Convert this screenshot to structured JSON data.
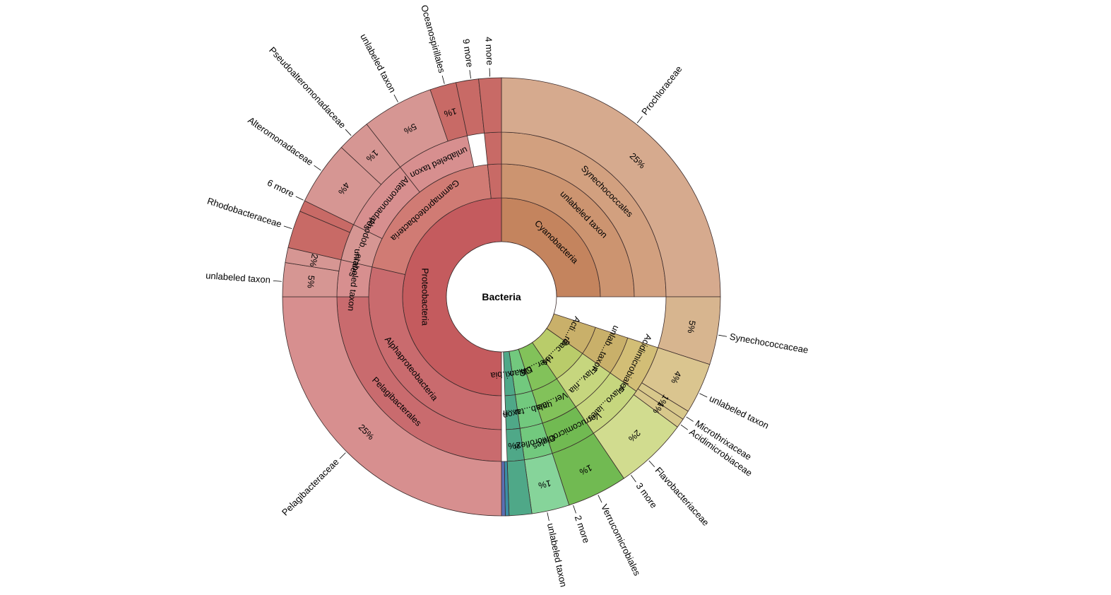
{
  "chart_data": {
    "type": "sunburst",
    "root": "Bacteria",
    "colors": {
      "proteo": [
        "#c45b5e",
        "#c96b6e",
        "#d07b74",
        "#d78f8f",
        "#d69693",
        "#c86a66"
      ],
      "cyano": [
        "#c4845e",
        "#cc9470",
        "#d2a07f",
        "#d6aa8e"
      ],
      "cyanoSide": [
        "#d7b58f",
        "#dac58f"
      ],
      "acti": [
        "#c9b06a",
        "#d2be76",
        "#d8c88b"
      ],
      "bact": [
        "#b9cc6a",
        "#c6d67e",
        "#d1dc8f"
      ],
      "verru": [
        "#82c25a",
        "#71ba52"
      ],
      "chloro": [
        "#72c97e",
        "#86d49a"
      ],
      "misc": [
        "#4fa888",
        "#3b8fa6",
        "#5b6fb5",
        "#6c5aa0"
      ]
    },
    "segments": [
      {
        "ring": 1,
        "start": 0,
        "end": 90,
        "color": "cyano.0",
        "label": "Cyanobacteria"
      },
      {
        "ring": 2,
        "start": 0,
        "end": 90,
        "color": "cyano.1",
        "label": "unlabeled taxon"
      },
      {
        "ring": 3,
        "start": 0,
        "end": 90,
        "color": "cyano.2",
        "label": "Synechococcales"
      },
      {
        "ring": 4,
        "start": 0,
        "end": 90,
        "color": "cyano.3",
        "label": "25%"
      },
      {
        "ring": 4,
        "start": 90,
        "end": 108,
        "color": "cyanoSide.0",
        "label": "5%"
      },
      {
        "ring": 2,
        "start": 108,
        "end": 125,
        "color": "acti.0",
        "label": "unlab...taxon"
      },
      {
        "ring": 3,
        "start": 108,
        "end": 125,
        "color": "acti.1",
        "label": "Acidimicrobiales"
      },
      {
        "ring": 4,
        "start": 108,
        "end": 121.5,
        "color": "cyanoSide.1",
        "label": "4%"
      },
      {
        "ring": 4,
        "start": 121.5,
        "end": 124,
        "color": "acti.2",
        "label": "1%"
      },
      {
        "ring": 4,
        "start": 124,
        "end": 126.5,
        "color": "acti.2",
        "label": "1%"
      },
      {
        "ring": 1,
        "start": 108,
        "end": 125,
        "color": "acti.0",
        "label": "Acti...ria"
      },
      {
        "ring": 1,
        "start": 125,
        "end": 146,
        "color": "bact.0",
        "label": "Bac...tes"
      },
      {
        "ring": 2,
        "start": 125,
        "end": 146,
        "color": "bact.1",
        "label": "Flav...riia"
      },
      {
        "ring": 3,
        "start": 125,
        "end": 146,
        "color": "bact.1",
        "label": "Flavo...iales"
      },
      {
        "ring": 4,
        "start": 126.5,
        "end": 146,
        "color": "bact.2",
        "label": "2%"
      },
      {
        "ring": 1,
        "start": 146,
        "end": 162,
        "color": "verru.0",
        "label": "Ver...bia"
      },
      {
        "ring": 2,
        "start": 146,
        "end": 162,
        "color": "verru.0",
        "label": "Ver...iae"
      },
      {
        "ring": 3,
        "start": 146,
        "end": 162,
        "color": "verru.1",
        "label": "Verrucomicrobiales"
      },
      {
        "ring": 4,
        "start": 146,
        "end": 162,
        "color": "verru.1",
        "label": "1%"
      },
      {
        "ring": 1,
        "start": 162,
        "end": 172,
        "color": "chloro.0",
        "label": "Chl...xi"
      },
      {
        "ring": 2,
        "start": 162,
        "end": 172,
        "color": "chloro.0",
        "label": "unlab...taxon"
      },
      {
        "ring": 3,
        "start": 162,
        "end": 172,
        "color": "chloro.0",
        "label": "Chloroflexi"
      },
      {
        "ring": 4,
        "start": 162,
        "end": 172,
        "color": "chloro.1",
        "label": "1%"
      },
      {
        "ring": 1,
        "start": 172,
        "end": 178,
        "color": "misc.0",
        "label": "Can...bia"
      },
      {
        "ring": 2,
        "start": 172,
        "end": 178,
        "color": "misc.0",
        "label": "u...n"
      },
      {
        "ring": 3,
        "start": 172,
        "end": 178,
        "color": "misc.0",
        "label": "2%"
      },
      {
        "ring": 4,
        "start": 172,
        "end": 178,
        "color": "misc.0",
        "label": ""
      },
      {
        "ring": 4,
        "start": 178,
        "end": 179,
        "color": "misc.1",
        "label": ""
      },
      {
        "ring": 4,
        "start": 179,
        "end": 180,
        "color": "misc.2",
        "label": ""
      },
      {
        "ring": 1,
        "start": 180,
        "end": 360,
        "color": "proteo.0",
        "label": "Proteobacteria"
      },
      {
        "ring": 2,
        "start": 180,
        "end": 283,
        "color": "proteo.1",
        "label": "Alphaproteobacteria"
      },
      {
        "ring": 3,
        "start": 180,
        "end": 270,
        "color": "proteo.1",
        "label": "Pelagibacterales"
      },
      {
        "ring": 4,
        "start": 180,
        "end": 270,
        "color": "proteo.3",
        "label": "25%"
      },
      {
        "ring": 3,
        "start": 270,
        "end": 283,
        "color": "proteo.3",
        "label": "unlabeled taxon"
      },
      {
        "ring": 4,
        "start": 270,
        "end": 279,
        "color": "proteo.4",
        "label": "5%"
      },
      {
        "ring": 4,
        "start": 279,
        "end": 283,
        "color": "proteo.4",
        "label": "2%"
      },
      {
        "ring": 3,
        "start": 283,
        "end": 296,
        "color": "proteo.4",
        "label": "Rhodob...erales"
      },
      {
        "ring": 4,
        "start": 283,
        "end": 293,
        "color": "proteo.5",
        "label": ""
      },
      {
        "ring": 4,
        "start": 293,
        "end": 296,
        "color": "proteo.5",
        "label": ""
      },
      {
        "ring": 2,
        "start": 283,
        "end": 354,
        "color": "proteo.2",
        "label": "Gammaproteobacteria"
      },
      {
        "ring": 3,
        "start": 296,
        "end": 322,
        "color": "proteo.3",
        "label": "Alteromonadales"
      },
      {
        "ring": 4,
        "start": 296,
        "end": 313,
        "color": "proteo.4",
        "label": "4%"
      },
      {
        "ring": 4,
        "start": 313,
        "end": 322,
        "color": "proteo.4",
        "label": "1%"
      },
      {
        "ring": 3,
        "start": 322,
        "end": 348,
        "color": "proteo.3",
        "label": "unlabeled taxon"
      },
      {
        "ring": 4,
        "start": 322,
        "end": 341,
        "color": "proteo.4",
        "label": "5%"
      },
      {
        "ring": 4,
        "start": 341,
        "end": 348,
        "color": "proteo.5",
        "label": "1%"
      },
      {
        "ring": 4,
        "start": 348,
        "end": 354,
        "color": "proteo.5",
        "label": ""
      },
      {
        "ring": 2,
        "start": 354,
        "end": 360,
        "color": "proteo.5",
        "label": ""
      },
      {
        "ring": 3,
        "start": 354,
        "end": 360,
        "color": "proteo.5",
        "label": ""
      },
      {
        "ring": 4,
        "start": 354,
        "end": 360,
        "color": "proteo.5",
        "label": ""
      }
    ],
    "outer_labels": [
      {
        "text": "Prochloraceae",
        "angle": 38
      },
      {
        "text": "Synechococcaceae",
        "angle": 100
      },
      {
        "text": "unlabeled taxon",
        "angle": 116
      },
      {
        "text": "Microthrixaceae",
        "angle": 123
      },
      {
        "text": "Acidimicrobiaceae",
        "angle": 125.5
      },
      {
        "text": "Flavobacteriaceae",
        "angle": 138
      },
      {
        "text": "3 more",
        "angle": 144
      },
      {
        "text": "Verrucomicrobiales",
        "angle": 154
      },
      {
        "text": "2 more",
        "angle": 161
      },
      {
        "text": "unlabeled taxon",
        "angle": 168
      },
      {
        "text": "Pelagibacteraceae",
        "angle": 225
      },
      {
        "text": "unlabeled taxon",
        "angle": 274
      },
      {
        "text": "Rhodobacteraceae",
        "angle": 288
      },
      {
        "text": "6 more",
        "angle": 296
      },
      {
        "text": "Alteromonadaceae",
        "angle": 305
      },
      {
        "text": "Pseudoalteromonadaceae",
        "angle": 317
      },
      {
        "text": "unlabeled taxon",
        "angle": 332
      },
      {
        "text": "Oceanospirillales",
        "angle": 345
      },
      {
        "text": "9 more",
        "angle": 352
      },
      {
        "text": "4 more",
        "angle": 357
      }
    ]
  }
}
